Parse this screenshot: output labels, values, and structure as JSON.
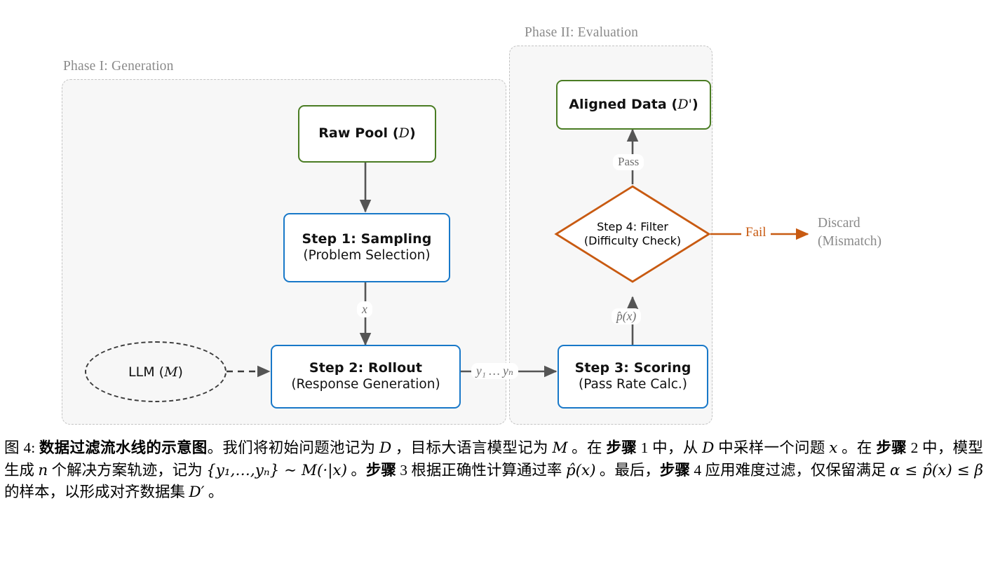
{
  "figure": {
    "phases": [
      {
        "id": "phase-1",
        "label": "Phase I: Generation"
      },
      {
        "id": "phase-2",
        "label": "Phase II: Evaluation"
      }
    ],
    "nodes": {
      "raw_pool": {
        "line1": "Raw Pool (D)",
        "line1_plain": "Raw Pool",
        "symbol": "D",
        "color": "#4a7c23",
        "shape": "rounded-rect"
      },
      "step1": {
        "line1": "Step 1: Sampling",
        "line2": "(Problem Selection)",
        "color": "#1878c8",
        "shape": "rounded-rect"
      },
      "step2": {
        "line1": "Step 2: Rollout",
        "line2": "(Response Generation)",
        "color": "#1878c8",
        "shape": "rounded-rect"
      },
      "step3": {
        "line1": "Step 3: Scoring",
        "line2": "(Pass Rate Calc.)",
        "color": "#1878c8",
        "shape": "rounded-rect"
      },
      "step4": {
        "line1": "Step 4: Filter",
        "line2": "(Difficulty Check)",
        "color": "#c85a11",
        "shape": "diamond"
      },
      "aligned_data": {
        "line1": "Aligned Data (D')",
        "line1_plain": "Aligned Data",
        "symbol": "D'",
        "color": "#4a7c23",
        "shape": "rounded-rect"
      },
      "llm": {
        "line1": "LLM (M)",
        "symbol": "M",
        "color": "#3b3b3b",
        "shape": "dashed-ellipse"
      },
      "discard": {
        "line1": "Discard",
        "line2": "(Mismatch)",
        "color": "#8a8a8a",
        "shape": "text"
      }
    },
    "edge_labels": {
      "x": "x",
      "y_seq": "y₁ … yₙ",
      "p_hat": "p̂(x)",
      "pass": "Pass",
      "fail": "Fail"
    },
    "colors": {
      "green": "#4a7c23",
      "blue": "#1878c8",
      "orange": "#c85a11",
      "arrow_gray": "#555555",
      "muted_gray": "#8a8a8a",
      "panel_bg": "#f7f7f7",
      "panel_border": "#c4c4c4"
    }
  },
  "caption": {
    "figure_number": "图 4:",
    "title": "数据过滤流水线的示意图",
    "body_1": "。我们将初始问题池记为 ",
    "sym_D": "D",
    "body_2": " ，目标大语言模型记为 ",
    "sym_M": "M",
    "body_3": " 。在 ",
    "bold_step1": "步骤",
    "num_1": " 1 ",
    "body_4": "中，从 ",
    "sym_D2": "D",
    "body_5": " 中采样一个问题 ",
    "sym_x": "x",
    "body_6": " 。在 ",
    "bold_step2": "步骤",
    "num_2": " 2 ",
    "body_7": "中，模型生成 ",
    "sym_n": "n",
    "body_8": " 个解决方案轨迹，记为 ",
    "formula_1": "{y₁,…,yₙ} ∼ M(·|x)",
    "body_9": " 。",
    "bold_step3": "步骤",
    "num_3": " 3 ",
    "body_10": "根据正确性计算通过率 ",
    "formula_2": "p̂(x)",
    "body_11": " 。最后，",
    "bold_step4": "步骤",
    "num_4": " 4 ",
    "body_12": "应用难度过滤，仅保留满足 ",
    "formula_3": "α ≤ p̂(x) ≤ β",
    "body_13": " 的样本，以形成对齐数据集 ",
    "sym_Dprime": "D′",
    "body_14": " 。"
  }
}
